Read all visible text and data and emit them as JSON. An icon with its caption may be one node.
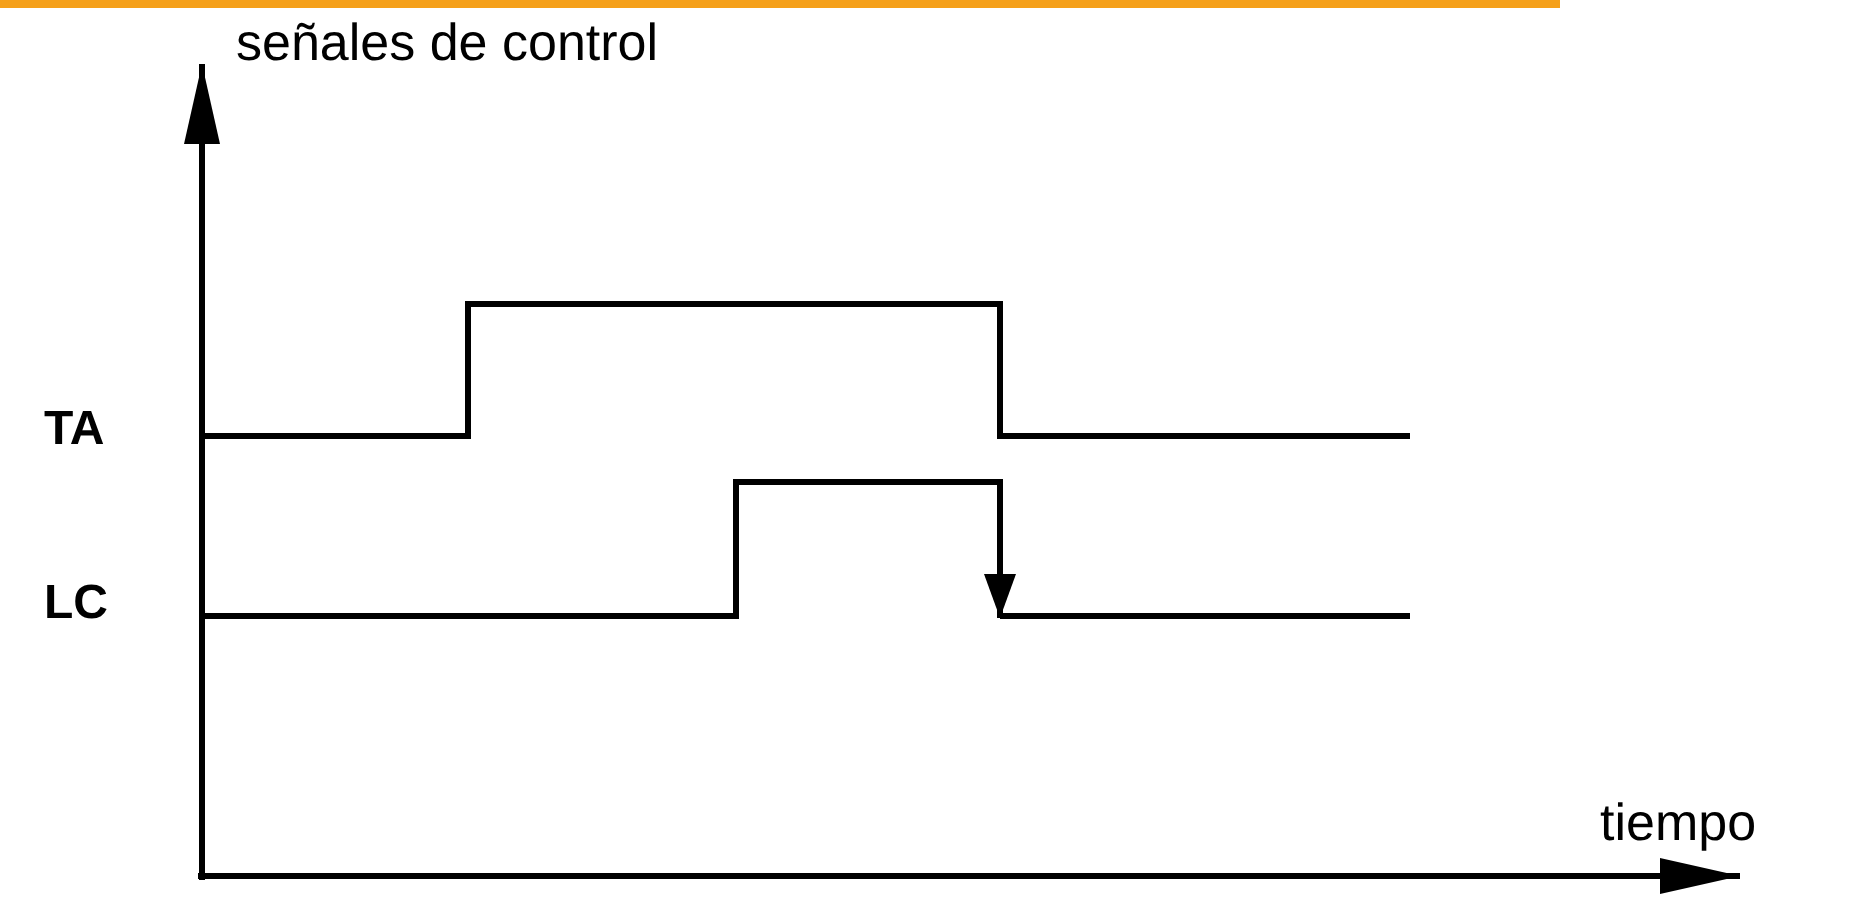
{
  "diagram": {
    "labels": [
      "señales de control",
      "TA",
      "LC",
      "tiempo"
    ]
  }
}
